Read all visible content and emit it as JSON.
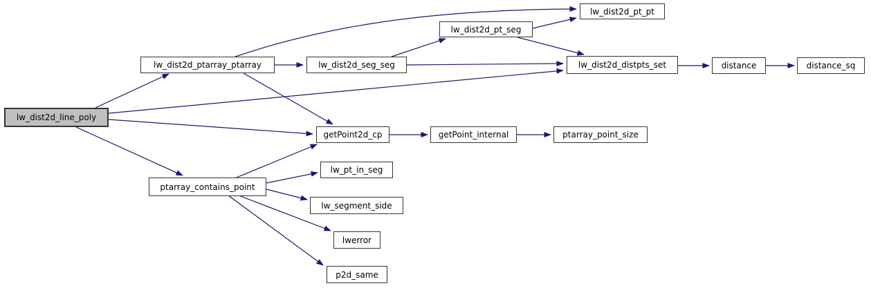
{
  "diagram": {
    "kind": "function-call-graph",
    "root_function": "lw_dist2d_line_poly",
    "colors": {
      "edge": "#191970",
      "node_border": "#35332e",
      "node_fill": "#ffffff",
      "root_fill": "#bfbfbf",
      "background": "#ffffff",
      "text": "#000000"
    }
  },
  "nodes": {
    "line_poly": {
      "label": "lw_dist2d_line_poly"
    },
    "ptarray_ptarray": {
      "label": "lw_dist2d_ptarray_ptarray"
    },
    "seg_seg": {
      "label": "lw_dist2d_seg_seg"
    },
    "pt_seg": {
      "label": "lw_dist2d_pt_seg"
    },
    "pt_pt": {
      "label": "lw_dist2d_pt_pt"
    },
    "distpts_set": {
      "label": "lw_dist2d_distpts_set"
    },
    "distance": {
      "label": "distance"
    },
    "distance_sq": {
      "label": "distance_sq"
    },
    "getpoint2d_cp": {
      "label": "getPoint2d_cp"
    },
    "getpoint_internal": {
      "label": "getPoint_internal"
    },
    "ptarray_point_size": {
      "label": "ptarray_point_size"
    },
    "contains_point": {
      "label": "ptarray_contains_point"
    },
    "pt_in_seg": {
      "label": "lw_pt_in_seg"
    },
    "segment_side": {
      "label": "lw_segment_side"
    },
    "lwerror": {
      "label": "lwerror"
    },
    "p2d_same": {
      "label": "p2d_same"
    }
  },
  "edges": [
    {
      "from": "lw_dist2d_line_poly",
      "to": "lw_dist2d_ptarray_ptarray"
    },
    {
      "from": "lw_dist2d_line_poly",
      "to": "lw_dist2d_distpts_set"
    },
    {
      "from": "lw_dist2d_line_poly",
      "to": "getPoint2d_cp"
    },
    {
      "from": "lw_dist2d_line_poly",
      "to": "ptarray_contains_point"
    },
    {
      "from": "lw_dist2d_ptarray_ptarray",
      "to": "lw_dist2d_pt_pt"
    },
    {
      "from": "lw_dist2d_ptarray_ptarray",
      "to": "lw_dist2d_seg_seg"
    },
    {
      "from": "lw_dist2d_ptarray_ptarray",
      "to": "getPoint2d_cp"
    },
    {
      "from": "lw_dist2d_seg_seg",
      "to": "lw_dist2d_pt_seg"
    },
    {
      "from": "lw_dist2d_seg_seg",
      "to": "lw_dist2d_distpts_set"
    },
    {
      "from": "lw_dist2d_pt_seg",
      "to": "lw_dist2d_pt_pt"
    },
    {
      "from": "lw_dist2d_pt_seg",
      "to": "lw_dist2d_distpts_set"
    },
    {
      "from": "lw_dist2d_distpts_set",
      "to": "distance"
    },
    {
      "from": "distance",
      "to": "distance_sq"
    },
    {
      "from": "getPoint2d_cp",
      "to": "getPoint_internal"
    },
    {
      "from": "getPoint_internal",
      "to": "ptarray_point_size"
    },
    {
      "from": "ptarray_contains_point",
      "to": "getPoint2d_cp"
    },
    {
      "from": "ptarray_contains_point",
      "to": "lw_pt_in_seg"
    },
    {
      "from": "ptarray_contains_point",
      "to": "lw_segment_side"
    },
    {
      "from": "ptarray_contains_point",
      "to": "lwerror"
    },
    {
      "from": "ptarray_contains_point",
      "to": "p2d_same"
    }
  ]
}
